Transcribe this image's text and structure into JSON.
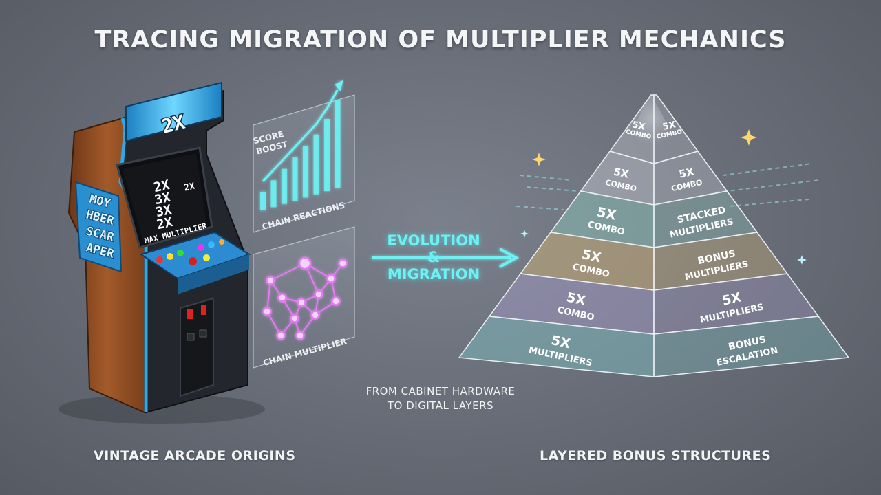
{
  "title": "TRACING MIGRATION OF MULTIPLIER MECHANICS",
  "left_caption": "VINTAGE ARCADE ORIGINS",
  "right_caption": "LAYERED BONUS STRUCTURES",
  "center": {
    "line1": "EVOLUTION",
    "line2": "&",
    "line3": "MIGRATION",
    "sub1": "FROM CABINET HARDWARE",
    "sub2": "TO DIGITAL LAYERS"
  },
  "arcade": {
    "marquee": "2X",
    "screen_lines": [
      "2X",
      "3X",
      "3X",
      "2X"
    ],
    "screen_side": "2X",
    "screen_bottom": "MAX MULTIPLIER",
    "side_art": [
      "MOY",
      "HBER",
      "SCAR",
      "APER"
    ]
  },
  "panels": {
    "score_label_1": "SCORE",
    "score_label_2": "BOOST",
    "chain_reactions": "CHAIN REACTIONS",
    "chain_multiplier": "CHAIN MULTIPLIER",
    "bar_levels": [
      0.18,
      0.26,
      0.34,
      0.42,
      0.5,
      0.58,
      0.7,
      0.85
    ]
  },
  "pyramid": {
    "layers": [
      {
        "left": [
          "5X",
          "COMBO"
        ],
        "right": [
          "5X",
          "COMBO"
        ],
        "color": "#b9bdc6"
      },
      {
        "left": [
          "5X",
          "COMBO"
        ],
        "right": [
          "5X",
          "COMBO"
        ],
        "color": "#c7cad2"
      },
      {
        "left": [
          "5X",
          "COMBO"
        ],
        "right": [
          "STACKED",
          "MULTIPLIERS"
        ],
        "color": "#8fc9bd"
      },
      {
        "left": [
          "5X",
          "COMBO"
        ],
        "right": [
          "BONUS",
          "MULTIPLIERS"
        ],
        "color": "#d9b673"
      },
      {
        "left": [
          "5X",
          "COMBO"
        ],
        "right": [
          "5X",
          "MULTIPLIERS"
        ],
        "color": "#a79bc9"
      },
      {
        "left": [
          "5X",
          "MULTIPLIERS"
        ],
        "right": [
          "BONUS",
          "ESCALATION"
        ],
        "color": "#7fc3c6"
      }
    ]
  },
  "colors": {
    "neon_cyan": "#6ff0f2",
    "neon_magenta": "#e27cf3",
    "cabinet_wood": "#8a4a22",
    "marquee_blue": "#2a9bd8"
  }
}
